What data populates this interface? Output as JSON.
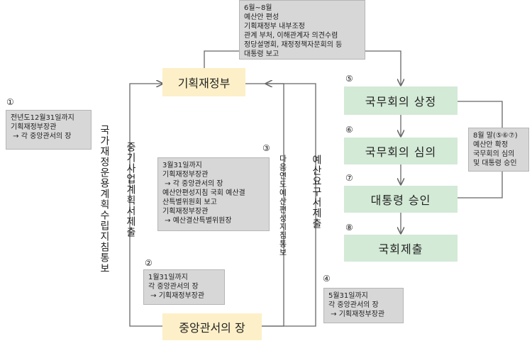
{
  "nodes": {
    "moef": "기획재정부",
    "agency": "중앙관서의 장",
    "cabinet": "국무회의  상정",
    "cabinet_review": "국무회의  심의",
    "president": "대통령 승인",
    "assembly": "국회제출"
  },
  "notes": {
    "n1": "전년도12월31일까지\n기획재정부장관\n → 각 중앙관서의 장",
    "n2": "1월31일까지\n각 중앙관서의 장\n → 기획재정부장관",
    "n3": "3월31일까지\n기획재정부장관\n → 각 중앙관서의 장\n예산안편성지침 국회 예산결\n산특별위원회 보고\n기획재정부장관\n → 예산결산특별위원장",
    "n4": "5월31일까지\n각 중앙관서의 장\n → 기획재정부장관",
    "top": "6월~8월\n예산안 편성\n기획재정부 내부조정\n관계 부처, 이해관계자 의견수렴\n정당설명회, 재정정책자문회의 등\n대통령 보고",
    "right": "8월 말(⑤⑥⑦)\n예산안 확정\n국무회의 심의\n및 대통령 승인"
  },
  "steps": {
    "s1": "①",
    "s2": "②",
    "s3": "③",
    "s4": "④",
    "s5": "⑤",
    "s6": "⑥",
    "s7": "⑦",
    "s8": "⑧"
  },
  "vlabels": {
    "guidelines": "국가재정운용계획수립지침통보",
    "midterm_plan": "중기사업계획서제출",
    "next_year": "다음연도예산편성지침통보",
    "budget_request": "예산요구서제출"
  },
  "colors": {
    "yellow_box": "#fdf0c8",
    "green_box": "#d3ead6",
    "note_bg": "#d7d7d7",
    "line": "#666666"
  }
}
